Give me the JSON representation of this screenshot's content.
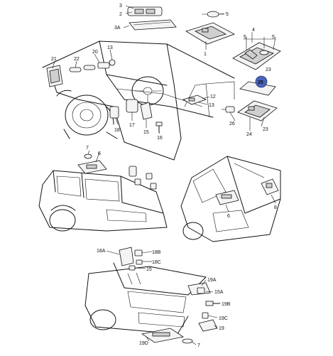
{
  "callouts": {
    "c1": "1",
    "c2": "2",
    "c3": "3",
    "c3a": "3A",
    "c4": "4",
    "c5": "5",
    "c5b": "5",
    "c5c": "5",
    "c6": "6",
    "c6b": "6",
    "c7": "7",
    "c7b": "7",
    "c8": "8",
    "c12": "12",
    "c13": "13",
    "c15": "15",
    "c15a": "15A",
    "c16": "16",
    "c17": "17",
    "c18": "18",
    "c18a": "18A",
    "c18b": "18B",
    "c18c": "18C",
    "c19": "19",
    "c19a": "19A",
    "c19b": "19B",
    "c19c": "19C",
    "c19d": "19D",
    "c20": "20",
    "c21": "21",
    "c22": "22",
    "c23": "23",
    "c24": "24",
    "c25": "25",
    "c26": "26"
  },
  "highlight": {
    "part_number": "25",
    "color": "#4a63b8"
  }
}
